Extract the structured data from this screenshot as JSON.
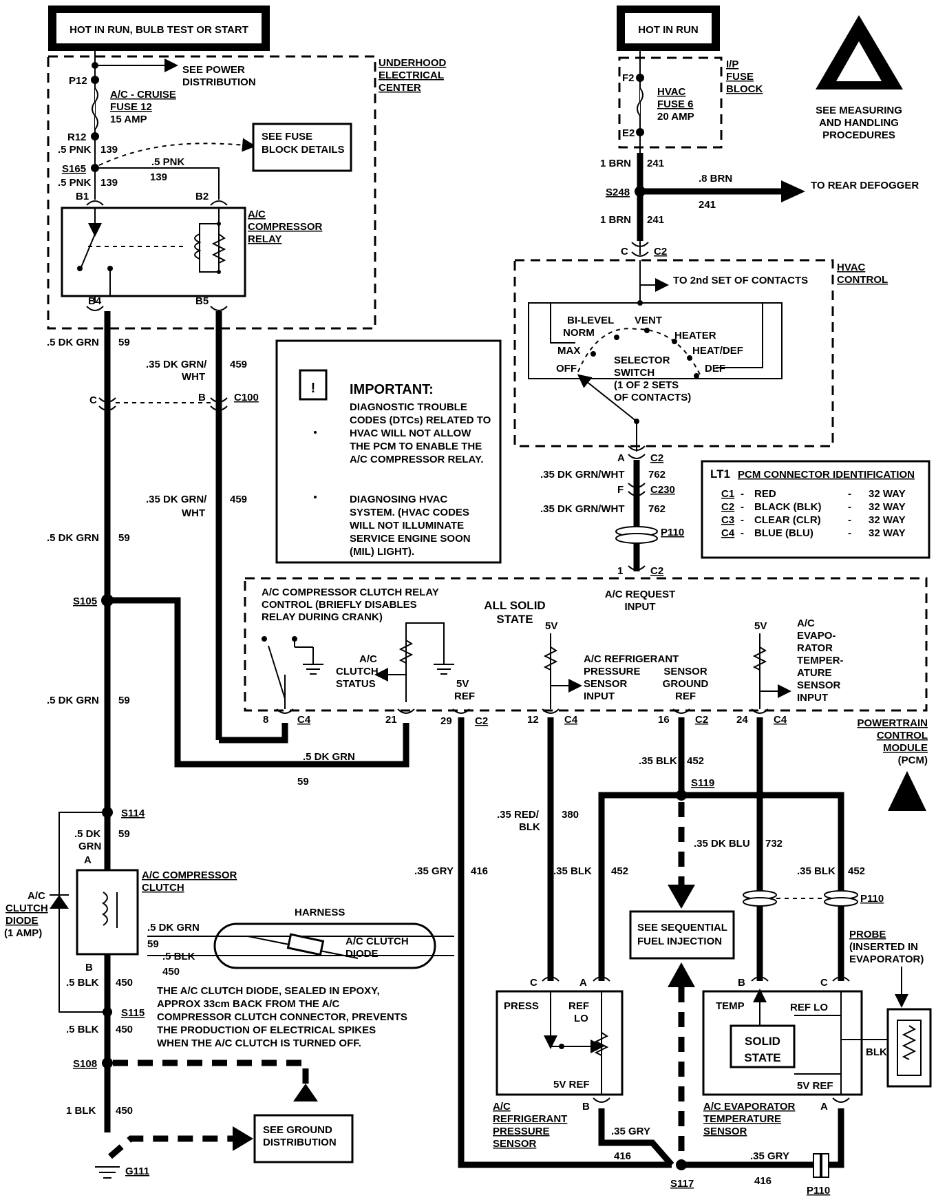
{
  "power_left": {
    "title": "HOT IN RUN, BULB TEST OR START"
  },
  "power_right": {
    "title": "HOT IN RUN"
  },
  "esd_warning": {
    "line1": "SEE MEASURING",
    "line2": "AND HANDLING",
    "line3": "PROCEDURES"
  },
  "underhood": {
    "label_l1": "UNDERHOOD",
    "label_l2": "ELECTRICAL",
    "label_l3": "CENTER",
    "p12": "P12",
    "see_power_l1": "SEE POWER",
    "see_power_l2": "DISTRIBUTION",
    "fuse_l1": "A/C - CRUISE",
    "fuse_l2": "FUSE 12",
    "fuse_l3": "15 AMP",
    "r12": "R12",
    "r12_wire": ".5 PNK",
    "r12_circuit": "139",
    "s165": "S165",
    "s165_wire": ".5 PNK",
    "s165_circuit": "139",
    "see_fuse_l1": "SEE FUSE",
    "see_fuse_l2": "BLOCK DETAILS",
    "b1_wire": ".5 PNK",
    "b1_circuit": "139",
    "b1": "B1",
    "b2": "B2",
    "b4": "B4",
    "b5": "B5",
    "relay_l1": "A/C",
    "relay_l2": "COMPRESSOR",
    "relay_l3": "RELAY"
  },
  "ip_fuse": {
    "label_l1": "I/P",
    "label_l2": "FUSE",
    "label_l3": "BLOCK",
    "f2": "F2",
    "e2": "E2",
    "fuse_l1": "HVAC",
    "fuse_l2": "FUSE 6",
    "fuse_l3": "20 AMP",
    "wire1": "1 BRN",
    "circuit1": "241",
    "s248": "S248",
    "rear_wire": ".8 BRN",
    "rear_circuit": "241",
    "rear_defogger": "TO REAR DEFOGGER",
    "wire2": "1 BRN",
    "circuit2": "241",
    "c2_pin": "C",
    "c2": "C2"
  },
  "hvac": {
    "label_l1": "HVAC",
    "label_l2": "CONTROL",
    "second_set": "TO 2nd SET OF CONTACTS",
    "bilevel": "BI-LEVEL",
    "norm": "NORM",
    "vent": "VENT",
    "heater": "HEATER",
    "max": "MAX",
    "heatdef": "HEAT/DEF",
    "off": "OFF",
    "def": "DEF",
    "selector_l1": "SELECTOR",
    "selector_l2": "SWITCH",
    "selector_l3": "(1 OF 2 SETS",
    "selector_l4": "OF CONTACTS)",
    "a_pin": "A",
    "a_conn": "C2",
    "wire1": ".35 DK GRN/WHT",
    "circuit1": "762",
    "f_pin": "F",
    "c230": "C230",
    "wire2": ".35 DK GRN/WHT",
    "circuit2": "762",
    "p110": "P110",
    "pin1": "1",
    "pin1_conn": "C2"
  },
  "important": {
    "title": "IMPORTANT:",
    "b1_l1": "DIAGNOSTIC TROUBLE",
    "b1_l2": "CODES (DTCs) RELATED TO",
    "b1_l3": "HVAC WILL NOT ALLOW",
    "b1_l4": "THE PCM TO ENABLE THE",
    "b1_l5": "A/C COMPRESSOR RELAY.",
    "b2_l1": "DIAGNOSING HVAC",
    "b2_l2": "SYSTEM. (HVAC CODES",
    "b2_l3": "WILL NOT ILLUMINATE",
    "b2_l4": "SERVICE ENGINE SOON",
    "b2_l5": "(MIL) LIGHT)."
  },
  "pcm_id": {
    "title_lt1": "LT1",
    "title_rest": "PCM CONNECTOR IDENTIFICATION",
    "rows": [
      {
        "conn": "C1",
        "color": "RED",
        "ways": "32 WAY"
      },
      {
        "conn": "C2",
        "color": "BLACK (BLK)",
        "ways": "32 WAY"
      },
      {
        "conn": "C3",
        "color": "CLEAR (CLR)",
        "ways": "32 WAY"
      },
      {
        "conn": "C4",
        "color": "BLUE (BLU)",
        "ways": "32 WAY"
      }
    ]
  },
  "left_wires": {
    "w59a": ".5 DK GRN",
    "c59a": "59",
    "w459a_l1": ".35 DK GRN/",
    "w459a_l2": "WHT",
    "c459a": "459",
    "c_pin": "C",
    "b_pin": "B",
    "c100": "C100",
    "w459b_l1": ".35 DK GRN/",
    "w459b_l2": "WHT",
    "c459b": "459",
    "w59b": ".5 DK GRN",
    "c59b": "59",
    "s105": "S105",
    "w59c": ".5 DK GRN",
    "c59c": "59",
    "w59d": ".5 DK GRN",
    "c59d": "59"
  },
  "pcm": {
    "relay_ctrl_l1": "A/C COMPRESSOR CLUTCH RELAY",
    "relay_ctrl_l2": "CONTROL (BRIEFLY DISABLES",
    "relay_ctrl_l3": "RELAY DURING CRANK)",
    "solid_l1": "ALL SOLID",
    "solid_l2": "STATE",
    "request_l1": "A/C REQUEST",
    "request_l2": "INPUT",
    "clutch_status_l1": "A/C",
    "clutch_status_l2": "CLUTCH",
    "clutch_status_l3": "STATUS",
    "fivev_a": "5V",
    "fivev_b": "5V",
    "ref5v_l1": "5V",
    "ref5v_l2": "REF",
    "refrig_l1": "A/C REFRIGERANT",
    "refrig_l2": "PRESSURE",
    "refrig_l3": "SENSOR",
    "refrig_l4": "INPUT",
    "sensor_gnd_l1": "SENSOR",
    "sensor_gnd_l2": "GROUND",
    "sensor_gnd_l3": "REF",
    "evap_l1": "A/C",
    "evap_l2": "EVAPO-",
    "evap_l3": "RATOR",
    "evap_l4": "TEMPER-",
    "evap_l5": "ATURE",
    "evap_l6": "SENSOR",
    "evap_l7": "INPUT",
    "pin8": "8",
    "pin8_conn": "C4",
    "pin21": "21",
    "pin29": "29",
    "pin29_conn": "C2",
    "pin12": "12",
    "pin12_conn": "C4",
    "pin16": "16",
    "pin16_conn": "C2",
    "pin24": "24",
    "pin24_conn": "C4",
    "module_l1": "POWERTRAIN",
    "module_l2": "CONTROL",
    "module_l3": "MODULE",
    "module_l4": "(PCM)"
  },
  "lower": {
    "bottom_wire": ".5 DK GRN",
    "bottom_circuit": "59",
    "w452a": ".35 BLK",
    "c452a": "452",
    "s119": "S119",
    "s114": "S114",
    "w59e_l1": ".5 DK",
    "w59e_l2": "GRN",
    "c59e": "59",
    "a_pin": "A",
    "clutch_l1": "A/C COMPRESSOR",
    "clutch_l2": "CLUTCH",
    "diode_l1": "A/C",
    "diode_l2": "CLUTCH",
    "diode_l3": "DIODE",
    "diode_l4": "(1 AMP)",
    "harness": "HARNESS",
    "h_wire1": ".5 DK GRN",
    "h_circ1": "59",
    "h_wire2": ".5 BLK",
    "h_circ2": "450",
    "h_diode_l1": "A/C CLUTCH",
    "h_diode_l2": "DIODE",
    "b_pin": "B",
    "w450a": ".5 BLK",
    "c450a": "450",
    "note_l1": "THE A/C CLUTCH DIODE, SEALED IN EPOXY,",
    "note_l2": "APPROX 33cm BACK FROM THE A/C",
    "note_l3": "COMPRESSOR CLUTCH CONNECTOR, PREVENTS",
    "note_l4": "THE PRODUCTION OF ELECTRICAL SPIKES",
    "note_l5": "WHEN THE A/C CLUTCH IS TURNED OFF.",
    "s115": "S115",
    "w450b": ".5 BLK",
    "c450b": "450",
    "s108": "S108",
    "w450c": "1 BLK",
    "c450c": "450",
    "ground_l1": "SEE GROUND",
    "ground_l2": "DISTRIBUTION",
    "g111": "G111",
    "w380_l1": ".35 RED/",
    "w380_l2": "BLK",
    "c380": "380",
    "w416a": ".35 GRY",
    "c416a": "416",
    "w452b": ".35 BLK",
    "c452b": "452",
    "w732": ".35 DK BLU",
    "c732": "732",
    "w452c": ".35 BLK",
    "c452c": "452",
    "p110": "P110",
    "sfi_l1": "SEE SEQUENTIAL",
    "sfi_l2": "FUEL INJECTION",
    "probe_l1": "PROBE",
    "probe_l2": "(INSERTED IN",
    "probe_l3": "EVAPORATOR)",
    "ps_c": "C",
    "ps_a": "A",
    "ps_b": "B",
    "ps_press": "PRESS",
    "ps_ref_l1": "REF",
    "ps_ref_l2": "LO",
    "ps_5v": "5V REF",
    "ps_label_l1": "A/C",
    "ps_label_l2": "REFRIGERANT",
    "ps_label_l3": "PRESSURE",
    "ps_label_l4": "SENSOR",
    "ev_b": "B",
    "ev_c": "C",
    "ev_a": "A",
    "ev_temp": "TEMP",
    "ev_reflo": "REF LO",
    "ev_solid_l1": "SOLID",
    "ev_solid_l2": "STATE",
    "ev_blk": "BLK",
    "ev_5v": "5V REF",
    "ev_label_l1": "A/C EVAPORATOR",
    "ev_label_l2": "TEMPERATURE",
    "ev_label_l3": "SENSOR",
    "w416b": ".35 GRY",
    "c416b": "416",
    "s117": "S117",
    "w416c": ".35 GRY",
    "c416c": "416",
    "p110b": "P110"
  }
}
